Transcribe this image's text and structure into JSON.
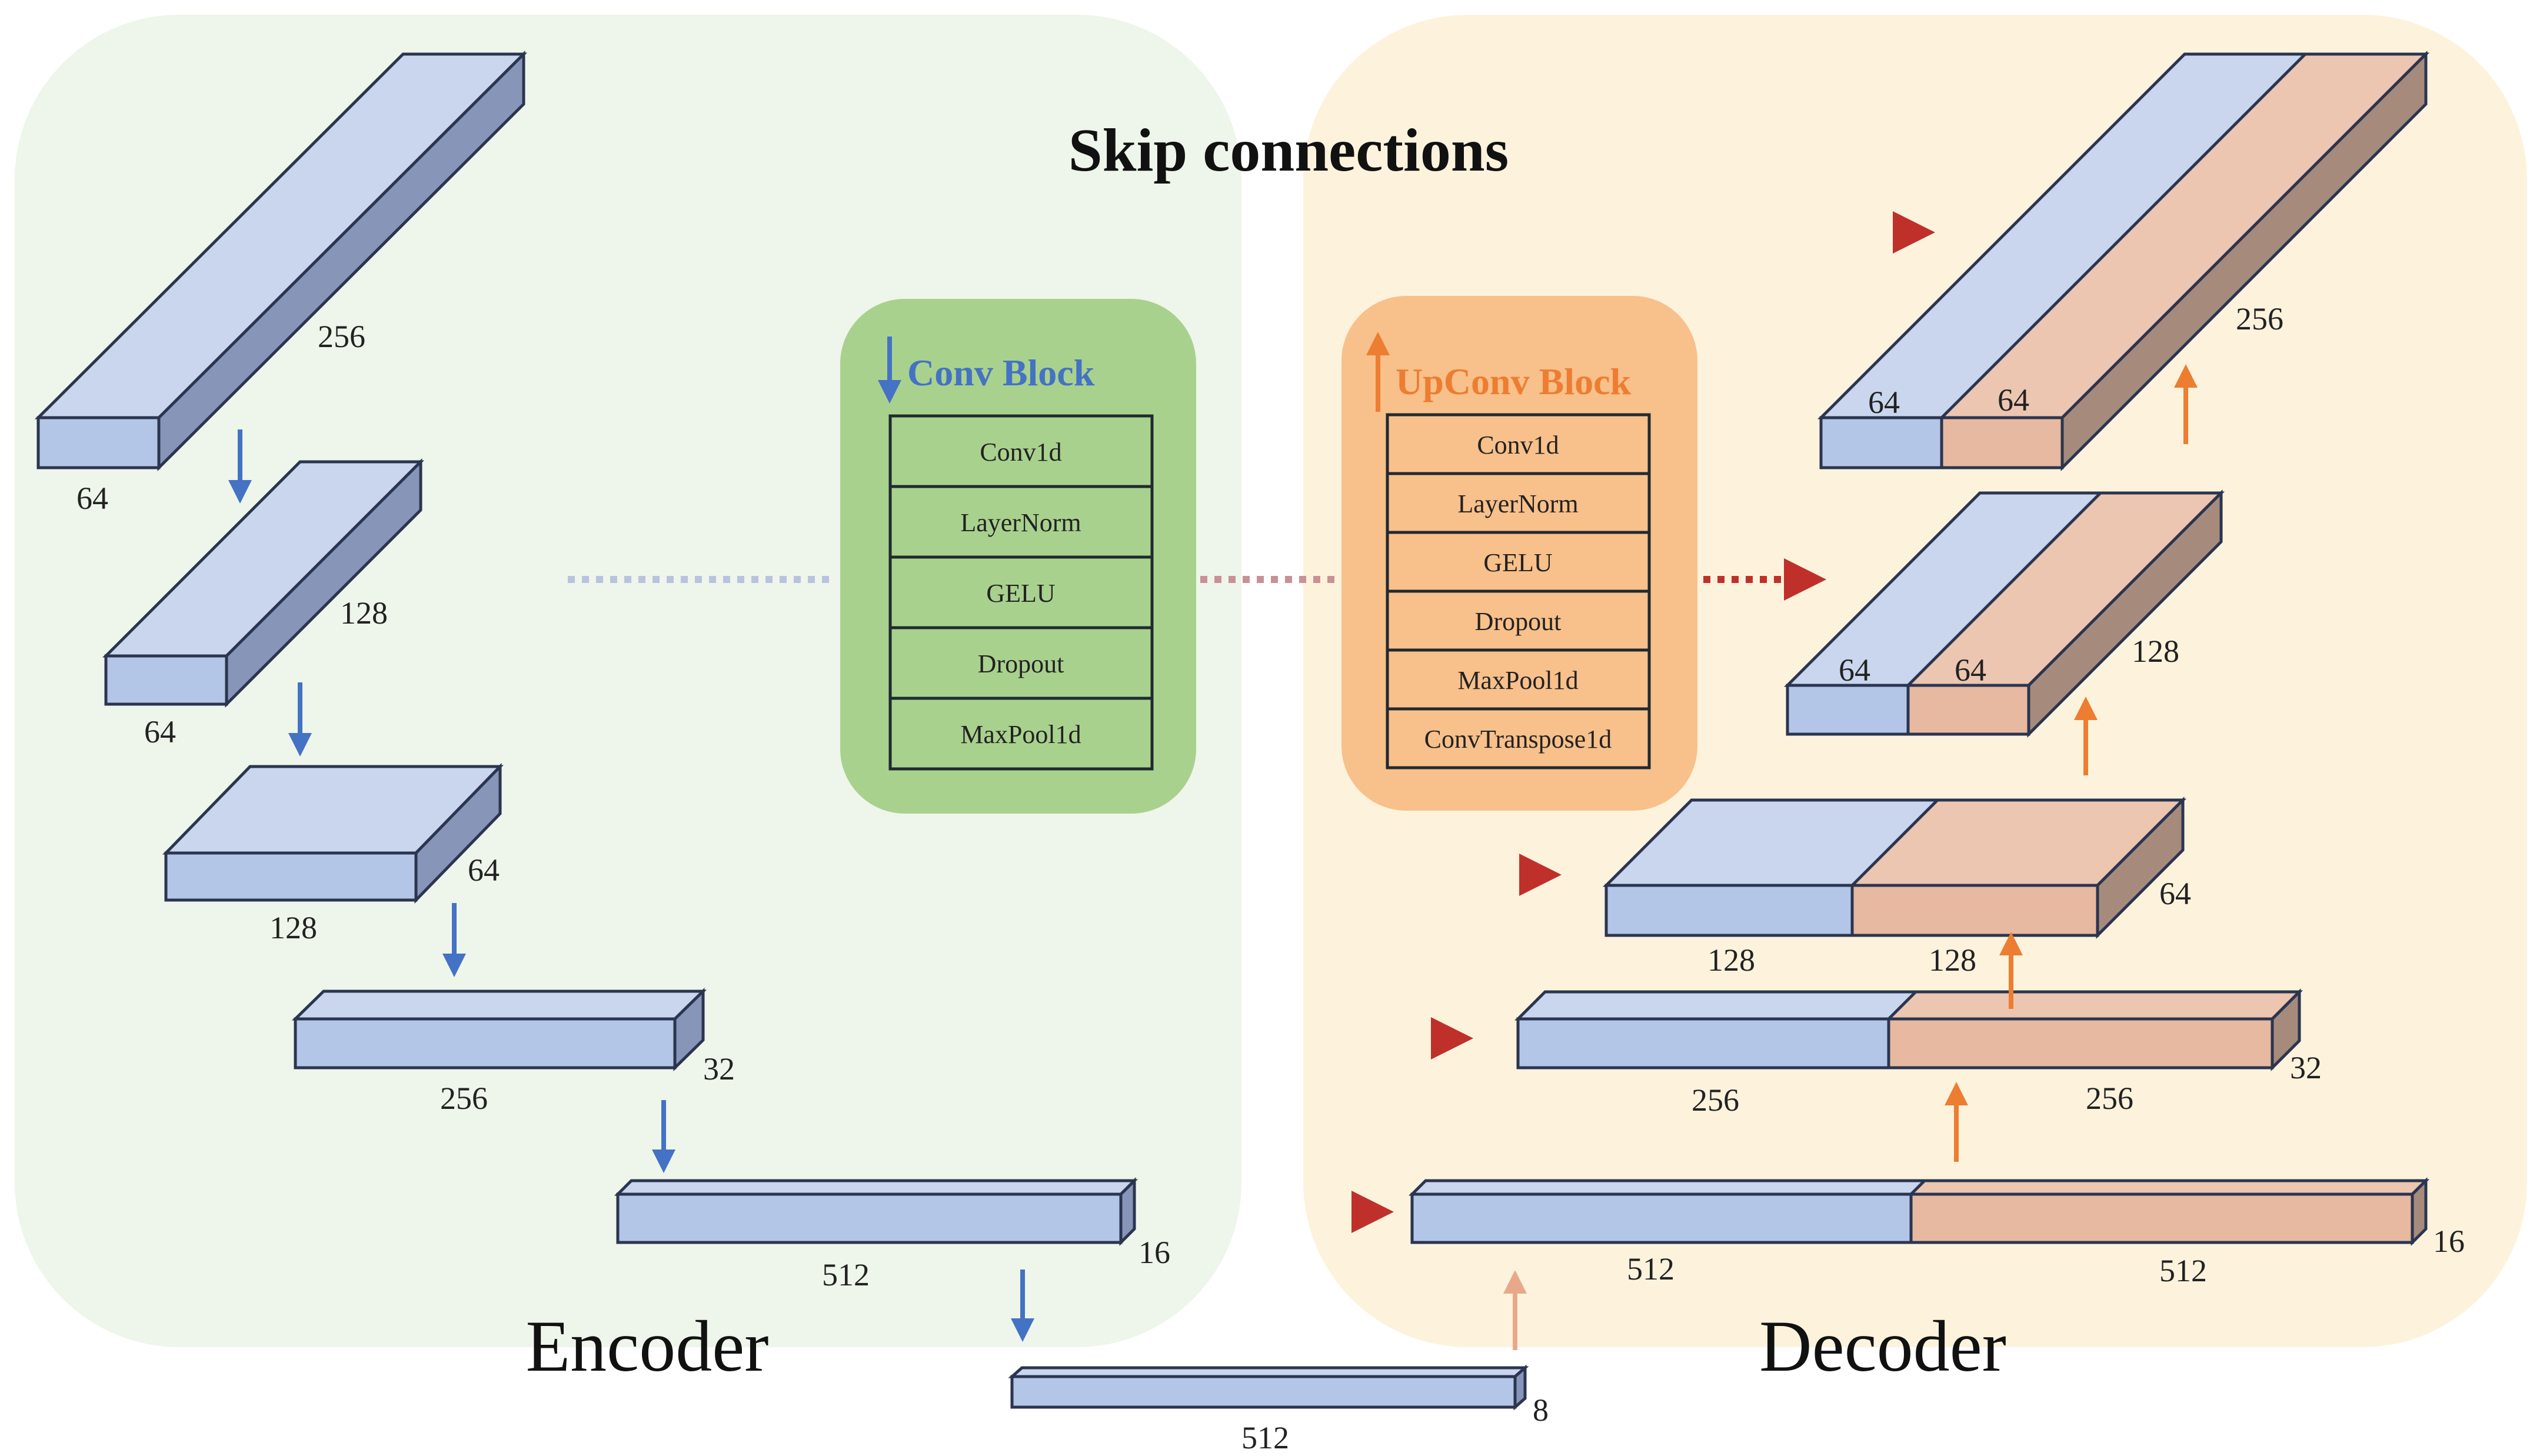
{
  "title": "Skip connections",
  "encoder_label": "Encoder",
  "decoder_label": "Decoder",
  "conv_block": {
    "title": "Conv Block",
    "layers": [
      "Conv1d",
      "LayerNorm",
      "GELU",
      "Dropout",
      "MaxPool1d"
    ]
  },
  "upconv_block": {
    "title": "UpConv Block",
    "layers": [
      "Conv1d",
      "LayerNorm",
      "GELU",
      "Dropout",
      "MaxPool1d",
      "ConvTranspose1d"
    ]
  },
  "encoder_blocks": [
    {
      "channels": "64",
      "length": "256"
    },
    {
      "channels": "64",
      "length": "128"
    },
    {
      "channels": "128",
      "length": "64"
    },
    {
      "channels": "256",
      "length": "32"
    },
    {
      "channels": "512",
      "length": "16"
    }
  ],
  "bottleneck": {
    "channels": "512",
    "length": "8"
  },
  "decoder_blocks": [
    {
      "enc_channels": "64",
      "dec_channels": "64",
      "length": "256"
    },
    {
      "enc_channels": "64",
      "dec_channels": "64",
      "length": "128"
    },
    {
      "enc_channels": "128",
      "dec_channels": "128",
      "length": "64"
    },
    {
      "enc_channels": "256",
      "dec_channels": "256",
      "length": "32"
    },
    {
      "enc_channels": "512",
      "dec_channels": "512",
      "length": "16"
    }
  ],
  "colors": {
    "encoder_bg": "#eef5ea",
    "decoder_bg": "#fdf3dd",
    "blue_face": "#b4c6e7",
    "orange_face": "#e6b9a0",
    "conv_block_bg": "#a9d18e",
    "upconv_block_bg": "#f8c08a",
    "arrow_blue": "#4472c4",
    "arrow_orange": "#ed7d31",
    "skip_red": "#c0302a"
  }
}
